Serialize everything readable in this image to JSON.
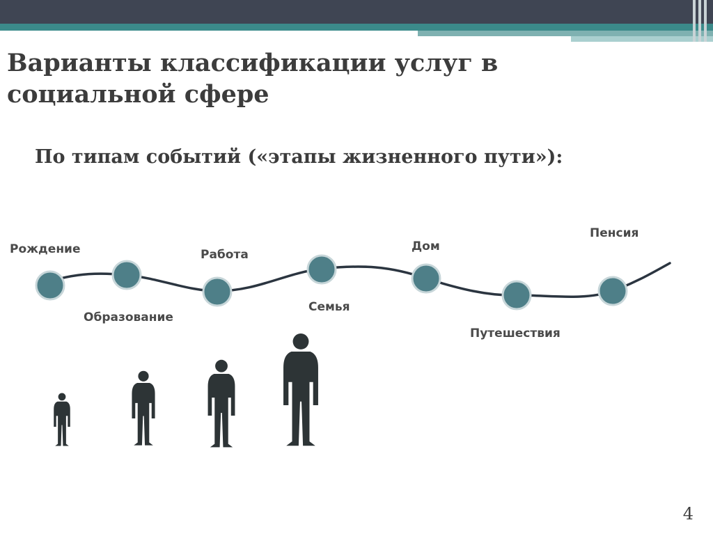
{
  "slide": {
    "title": "Варианты классификации услуг в социальной сфере",
    "subtitle": "По типам событий («этапы жизненного пути»):",
    "page_number": "4"
  },
  "timeline": {
    "stages": [
      {
        "label": "Рождение"
      },
      {
        "label": "Образование"
      },
      {
        "label": "Работа"
      },
      {
        "label": "Семья"
      },
      {
        "label": "Дом"
      },
      {
        "label": "Путешествия"
      },
      {
        "label": "Пенсия"
      }
    ]
  },
  "colors": {
    "header_dark": "#3f4553",
    "header_teal": "#3b8a8a",
    "node_fill": "#4e7f88",
    "line": "#2b3540",
    "silhouette": "#2d3436",
    "title_text": "#3c3c3c"
  },
  "icons": [
    "timeline-node-icon",
    "person-silhouette-icon"
  ]
}
